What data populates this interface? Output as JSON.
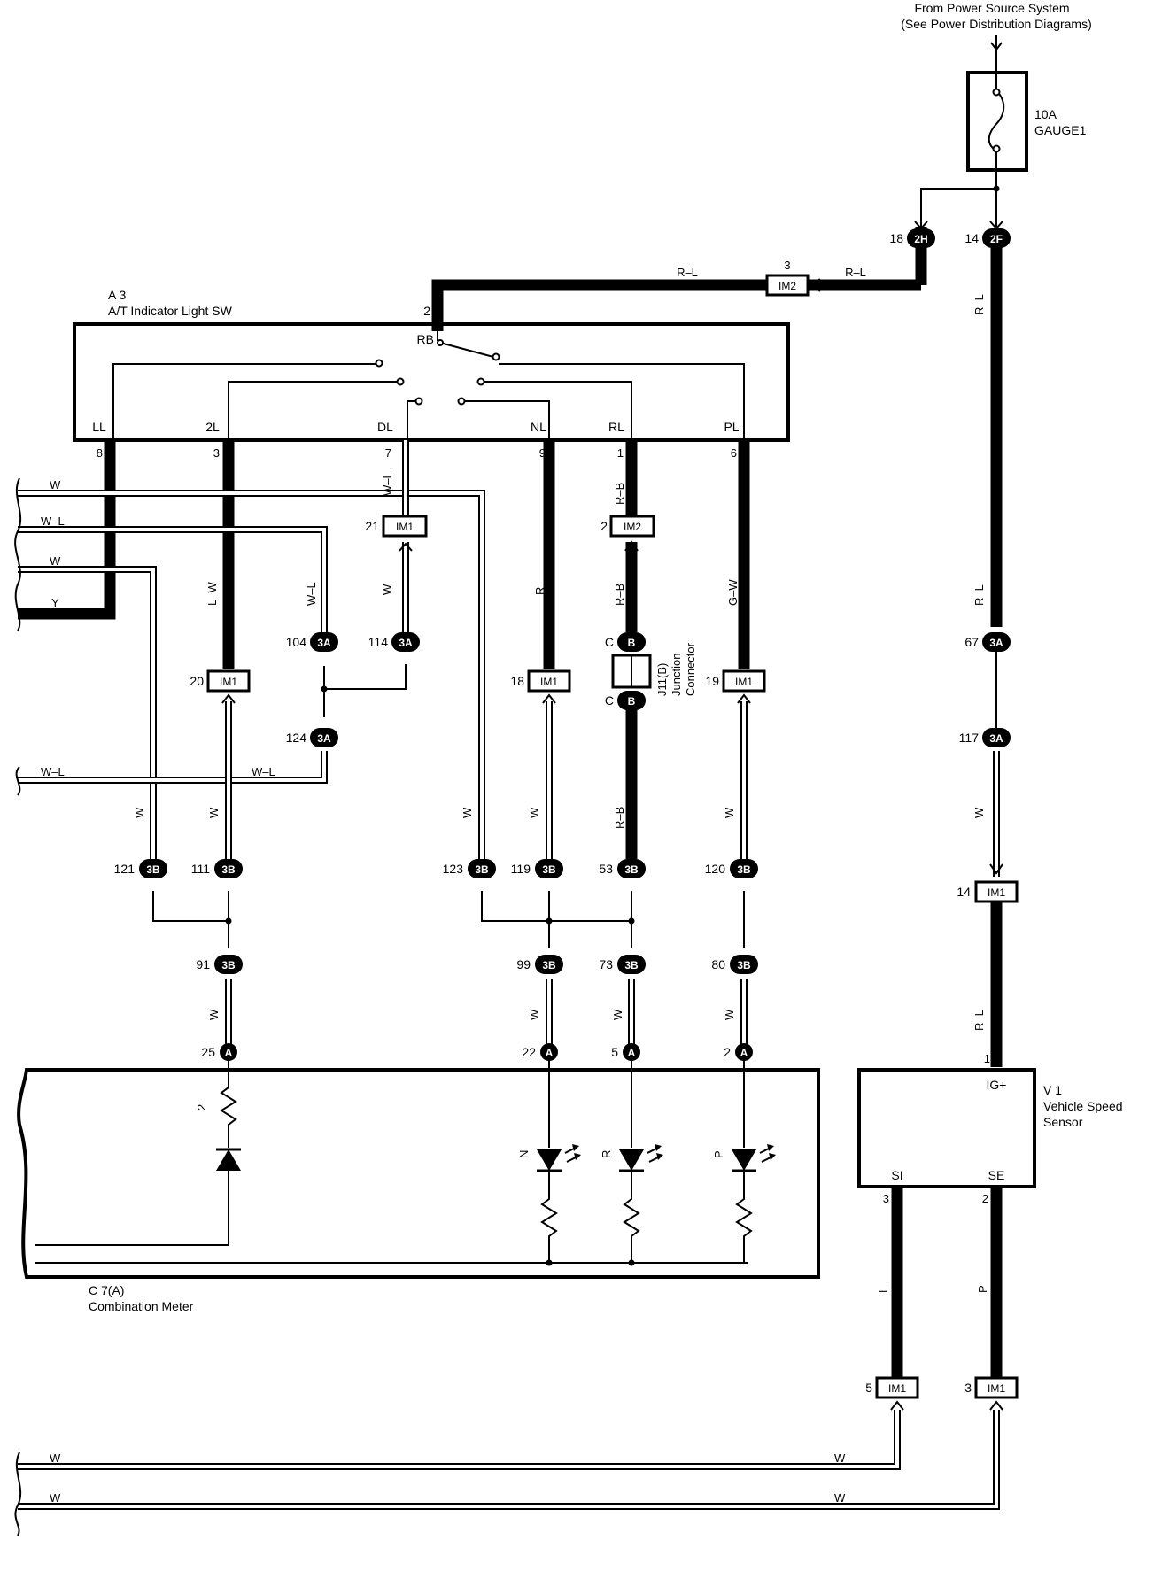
{
  "power_source": {
    "line1": "From Power Source System",
    "line2": "(See Power Distribution Diagrams)"
  },
  "fuse": {
    "rating": "10A",
    "name": "GAUGE1"
  },
  "components": {
    "a3": {
      "code": "A 3",
      "name": "A/T Indicator Light SW",
      "common_terminal": "RB",
      "common_pin": "2"
    },
    "c7": {
      "code": "C 7(A)",
      "name": "Combination Meter"
    },
    "v1": {
      "code": "V 1",
      "name1": "Vehicle Speed",
      "name2": "Sensor",
      "terminal_ig": "IG+",
      "terminal_si": "SI",
      "terminal_se": "SE",
      "pin_ig": "1",
      "pin_si": "3",
      "pin_se": "2"
    },
    "j11": {
      "code": "J11(B)",
      "name1": "Junction",
      "name2": "Connector",
      "pin_top": "C",
      "pin_bottom": "C",
      "conn": "B"
    }
  },
  "switch_terminals": [
    {
      "name": "LL",
      "pin": "8"
    },
    {
      "name": "2L",
      "pin": "3"
    },
    {
      "name": "DL",
      "pin": "7"
    },
    {
      "name": "NL",
      "pin": "9"
    },
    {
      "name": "RL",
      "pin": "1"
    },
    {
      "name": "PL",
      "pin": "6"
    }
  ],
  "connectors": {
    "c2h": {
      "code": "2H",
      "pin": "18"
    },
    "c2f": {
      "code": "2F",
      "pin": "14"
    },
    "im2_top": {
      "code": "IM2",
      "pin": "3"
    },
    "im1_21": {
      "code": "IM1",
      "pin": "21"
    },
    "im2_2": {
      "code": "IM2",
      "pin": "2"
    },
    "c3a_104": {
      "code": "3A",
      "pin": "104"
    },
    "c3a_114": {
      "code": "3A",
      "pin": "114"
    },
    "c3a_124": {
      "code": "3A",
      "pin": "124"
    },
    "c3a_67": {
      "code": "3A",
      "pin": "67"
    },
    "c3a_117": {
      "code": "3A",
      "pin": "117"
    },
    "im1_20": {
      "code": "IM1",
      "pin": "20"
    },
    "im1_18": {
      "code": "IM1",
      "pin": "18"
    },
    "im1_19": {
      "code": "IM1",
      "pin": "19"
    },
    "im1_14": {
      "code": "IM1",
      "pin": "14"
    },
    "im1_5": {
      "code": "IM1",
      "pin": "5"
    },
    "im1_3": {
      "code": "IM1",
      "pin": "3"
    },
    "c3b_121": {
      "code": "3B",
      "pin": "121"
    },
    "c3b_111": {
      "code": "3B",
      "pin": "111"
    },
    "c3b_123": {
      "code": "3B",
      "pin": "123"
    },
    "c3b_119": {
      "code": "3B",
      "pin": "119"
    },
    "c3b_53": {
      "code": "3B",
      "pin": "53"
    },
    "c3b_120": {
      "code": "3B",
      "pin": "120"
    },
    "c3b_91": {
      "code": "3B",
      "pin": "91"
    },
    "c3b_99": {
      "code": "3B",
      "pin": "99"
    },
    "c3b_73": {
      "code": "3B",
      "pin": "73"
    },
    "c3b_80": {
      "code": "3B",
      "pin": "80"
    },
    "ca_25": {
      "code": "A",
      "pin": "25"
    },
    "ca_22": {
      "code": "A",
      "pin": "22"
    },
    "ca_5": {
      "code": "A",
      "pin": "5"
    },
    "ca_2": {
      "code": "A",
      "pin": "2"
    }
  },
  "wire_colors": {
    "rl_top_left": "R–L",
    "rl_top_right": "R–L",
    "rl_vert_1": "R–L",
    "rl_vert_2": "R–L",
    "rl_vert_3": "R–L",
    "w_right": "W",
    "rb_1": "R–B",
    "rb_2": "R–B",
    "rb_3": "R–B",
    "wl_dl": "W–L",
    "w_114": "W",
    "lw": "L–W",
    "wl_104": "W–L",
    "r_nl": "R",
    "gw": "G–W",
    "left_w1": "W",
    "left_wl": "W–L",
    "left_w2": "W",
    "left_y": "Y",
    "left_wl_low": "W–L",
    "wl_low_right": "W–L",
    "w_121": "W",
    "w_111": "W",
    "w_123": "W",
    "w_119": "W",
    "w_120": "W",
    "w_91": "W",
    "w_99": "W",
    "w_73": "W",
    "w_80": "W",
    "l_si": "L",
    "p_se": "P",
    "bot_w1_left": "W",
    "bot_w1_right": "W",
    "bot_w2_left": "W",
    "bot_w2_right": "W"
  },
  "meter_labels": {
    "resistor_25": "2",
    "led_n": "N",
    "led_r": "R",
    "led_p": "P"
  }
}
